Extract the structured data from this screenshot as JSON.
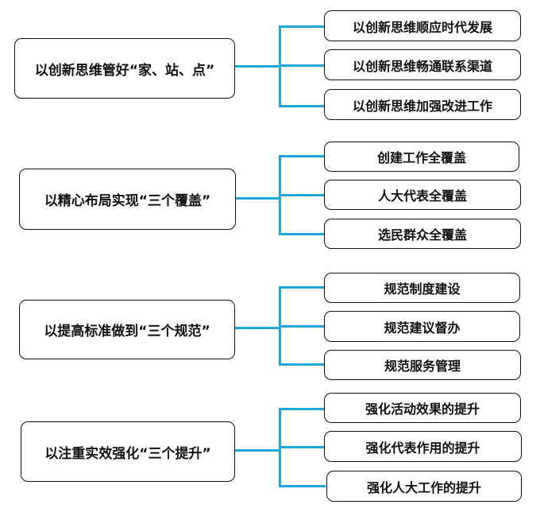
{
  "colors": {
    "connector": "#1ea6d8",
    "border": "#111111",
    "text": "#111111",
    "background": "#ffffff"
  },
  "groups": [
    {
      "title": "以创新思维管好“家、站、点”",
      "items": [
        "以创新思维顺应时代发展",
        "以创新思维畅通联系渠道",
        "以创新思维加强改进工作"
      ]
    },
    {
      "title": "以精心布局实现“三个覆盖”",
      "items": [
        "创建工作全覆盖",
        "人大代表全覆盖",
        "选民群众全覆盖"
      ]
    },
    {
      "title": "以提高标准做到“三个规范”",
      "items": [
        "规范制度建设",
        "规范建议督办",
        "规范服务管理"
      ]
    },
    {
      "title": "以注重实效强化“三个提升”",
      "items": [
        "强化活动效果的提升",
        "强化代表作用的提升",
        "强化人大工作的提升"
      ]
    }
  ]
}
